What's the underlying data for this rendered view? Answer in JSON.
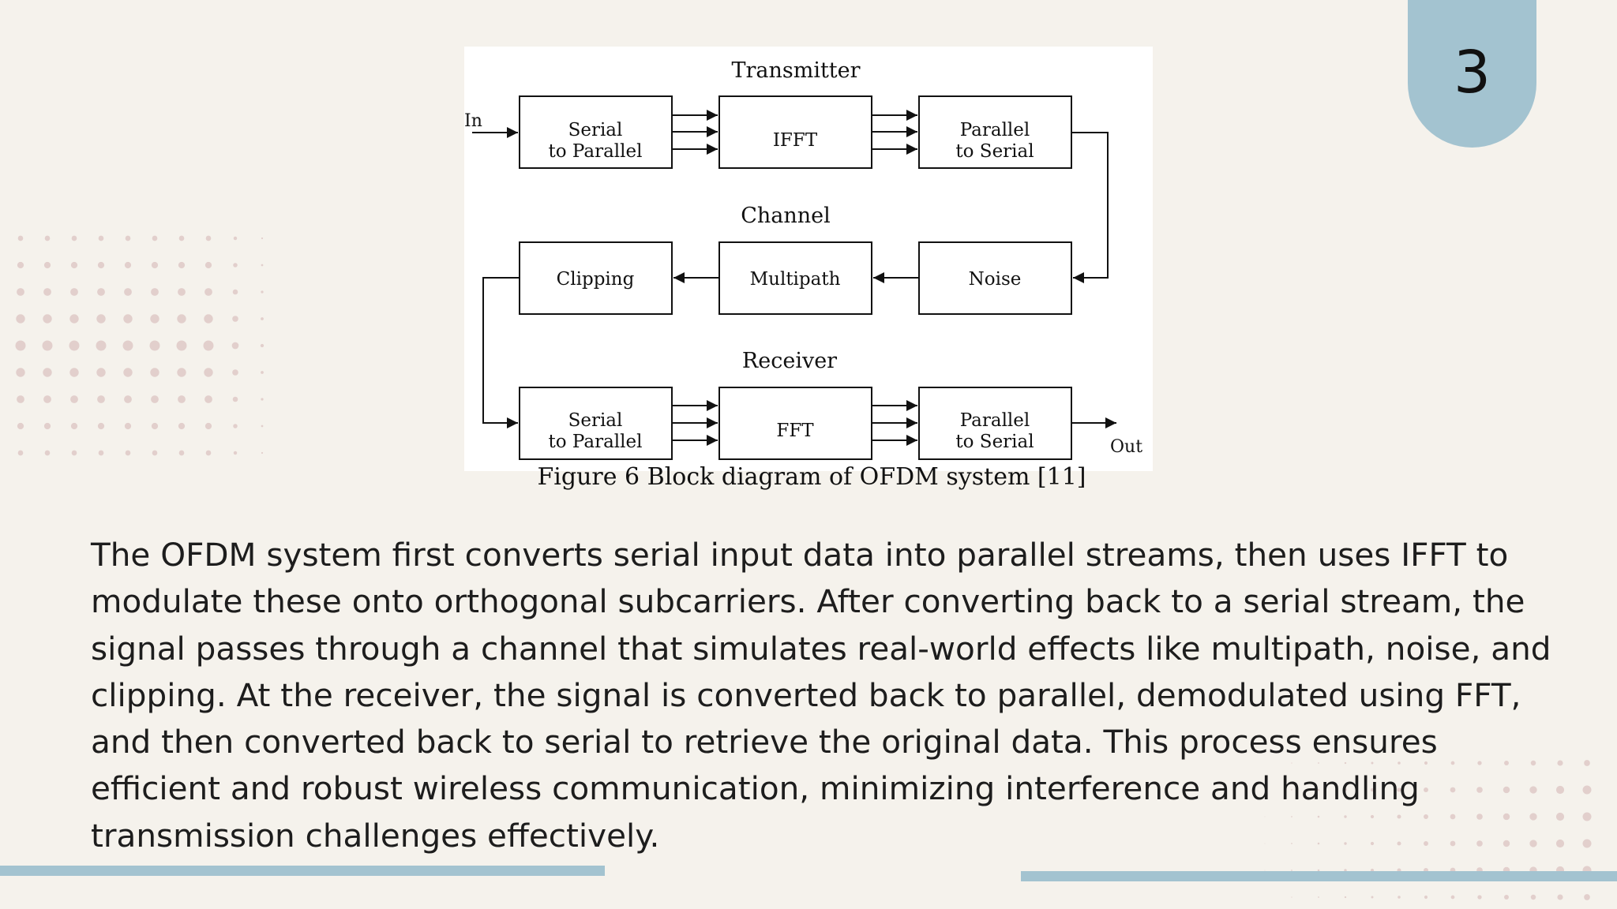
{
  "slide": {
    "page_number": "3"
  },
  "diagram": {
    "sections": {
      "transmitter": "Transmitter",
      "channel": "Channel",
      "receiver": "Receiver"
    },
    "input_label": "In",
    "output_label": "Out",
    "transmitter_blocks": [
      {
        "line1": "Serial",
        "line2": "to Parallel"
      },
      {
        "line1": "IFFT"
      },
      {
        "line1": "Parallel",
        "line2": "to Serial"
      }
    ],
    "channel_blocks": [
      {
        "line1": "Clipping"
      },
      {
        "line1": "Multipath"
      },
      {
        "line1": "Noise"
      }
    ],
    "receiver_blocks": [
      {
        "line1": "Serial",
        "line2": "to Parallel"
      },
      {
        "line1": "FFT"
      },
      {
        "line1": "Parallel",
        "line2": "to Serial"
      }
    ],
    "caption": "Figure 6 Block diagram of OFDM system [11]"
  },
  "body": {
    "paragraph": "The OFDM system first converts serial input data into parallel streams, then uses IFFT to modulate these onto orthogonal subcarriers. After converting back to a serial stream, the signal passes through a channel that simulates real-world effects like multipath, noise, and clipping. At the receiver, the signal is converted back to parallel, demodulated using FFT, and then converted back to serial to retrieve the original data. This process ensures efficient and robust wireless communication, minimizing interference and handling transmission challenges effectively."
  },
  "colors": {
    "background": "#f5f2ec",
    "accent_blue": "#a3c3d0",
    "dot_pink": "#e2cfcc"
  }
}
